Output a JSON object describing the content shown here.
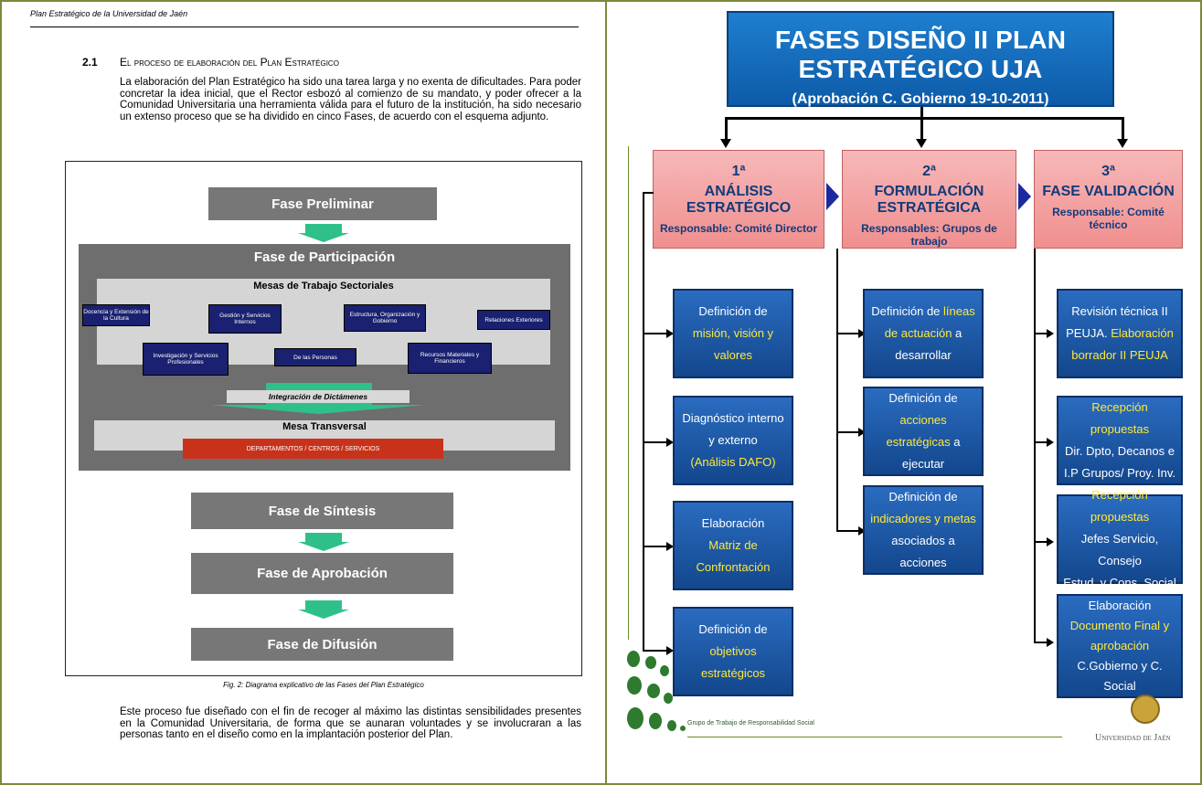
{
  "document": {
    "running_header": "Plan Estratégico de la Universidad de Jaén",
    "section_number": "2.1",
    "section_title": "El proceso de elaboración del Plan Estratégico",
    "paragraph1": "La elaboración del Plan Estratégico ha sido una tarea larga y no exenta de dificultades. Para poder concretar la idea inicial, que el Rector esbozó al comienzo de su mandato, y poder ofrecer a la Comunidad Universitaria una herramienta válida para el futuro de la institución, ha sido necesario un extenso proceso que se ha dividido en cinco Fases, de acuerdo con el esquema adjunto.",
    "diagram": {
      "fase_preliminar": "Fase Preliminar",
      "fase_participacion": "Fase de Participación",
      "mesas_title": "Mesas de Trabajo Sectoriales",
      "mesas": [
        "Docencia y Extensión de la Cultura",
        "Gestión y Servicios Internos",
        "Estructura, Organización y Gobierno",
        "Relaciones Exteriores",
        "Investigación y Servicios Profesionales",
        "De las Personas",
        "Recursos Materiales y Financieros"
      ],
      "integracion": "Integración de Dictámenes",
      "mesa_transversal": "Mesa Transversal",
      "departamentos": "DEPARTAMENTOS / CENTROS / SERVICIOS",
      "fase_sintesis": "Fase de Síntesis",
      "fase_aprobacion": "Fase de Aprobación",
      "fase_difusion": "Fase de Difusión"
    },
    "figure_caption": "Fig. 2: Diagrama explicativo de las Fases del Plan Estratégico",
    "paragraph2": "Este proceso fue diseñado con el fin de recoger al máximo las distintas sensibilidades presentes en la Comunidad Universitaria, de forma que se aunaran voluntades y se involucraran a las personas tanto en el diseño como en la implantación posterior del Plan."
  },
  "slide": {
    "title": "FASES DISEÑO II PLAN ESTRATÉGICO UJA",
    "subtitle": "(Aprobación C. Gobierno 19-10-2011)",
    "phases": [
      {
        "number": "1ª",
        "label": "ANÁLISIS ESTRATÉGICO",
        "responsible": "Responsable: Comité Director"
      },
      {
        "number": "2ª",
        "label": "FORMULACIÓN ESTRATÉGICA",
        "responsible": "Responsables: Grupos de trabajo"
      },
      {
        "number": "3ª",
        "label": "FASE VALIDACIÓN",
        "responsible": "Responsable: Comité técnico"
      }
    ],
    "col1": [
      {
        "a": "Definición de",
        "b": "misión, visión y",
        "c": "valores"
      },
      {
        "a": "Diagnóstico interno",
        "b": "y externo",
        "c": "(Análisis DAFO)"
      },
      {
        "a": "Elaboración",
        "b": "Matriz de",
        "c": "Confrontación"
      },
      {
        "a": "Definición de",
        "b": "objetivos",
        "c": "estratégicos"
      }
    ],
    "col2": [
      {
        "a1": "Definición de ",
        "a2": "líneas",
        "b": "de actuación",
        "b2": " a",
        "c": "desarrollar"
      },
      {
        "a1": "Definición de ",
        "a2": "acciones",
        "b": "estratégicas",
        "b2": " a",
        "c": "ejecutar"
      },
      {
        "a": "Definición de",
        "b": "indicadores y metas",
        "c": "asociados a acciones"
      }
    ],
    "col3": [
      {
        "a": "Revisión técnica II",
        "b1": "PEUJA. ",
        "b2": "Elaboración",
        "c": "borrador II PEUJA"
      },
      {
        "a": "Recepción propuestas",
        "b": "Dir. Dpto, Decanos e",
        "c": "I.P Grupos/ Proy. Inv."
      },
      {
        "a": "Recepción propuestas",
        "b": "Jefes Servicio, Consejo",
        "c": "Estud. y Cons. Social"
      },
      {
        "a": "Elaboración",
        "b": "Documento Final y",
        "c": "aprobación",
        "d": "C.Gobierno y C. Social"
      }
    ],
    "footer_group": "Grupo de Trabajo de Responsabilidad Social",
    "footer_university": "Universidad de Jaén",
    "colors": {
      "title_blue": "#1a74c8",
      "phase_pink": "#f4a6a6",
      "box_blue": "#1d5aa8",
      "highlight_yellow": "#ffe83a"
    }
  }
}
